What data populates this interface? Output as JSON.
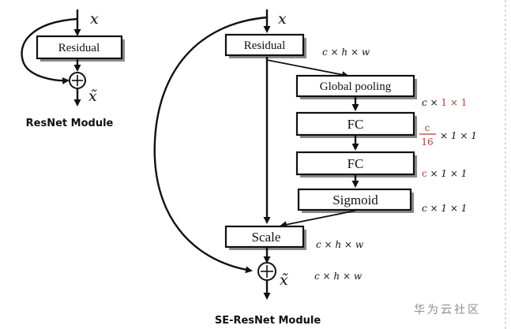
{
  "resnet": {
    "input_var": "x",
    "output_var": "x̃",
    "residual_label": "Residual",
    "caption": "ResNet Module"
  },
  "se_resnet": {
    "input_var": "x",
    "output_var": "x̃",
    "residual_label": "Residual",
    "global_pooling_label": "Global pooling",
    "fc1_label": "FC",
    "fc2_label": "FC",
    "sigmoid_label": "Sigmoid",
    "scale_label": "Scale",
    "caption": "SE-ResNet Module",
    "dims": {
      "residual": "c × h × w",
      "global_pooling": {
        "c": "c × ",
        "rest": "1 × 1"
      },
      "fc1": {
        "num": "c",
        "den": "16",
        "rest": "× 1 × 1"
      },
      "fc2": {
        "c": "c",
        "rest": " × 1 × 1"
      },
      "sigmoid": "c × 1 × 1",
      "scale": "c × h × w",
      "sum": "c × h × w"
    }
  },
  "watermark": "华为云社区",
  "colors": {
    "accent_red": "#c0392b",
    "ink": "#111111"
  }
}
